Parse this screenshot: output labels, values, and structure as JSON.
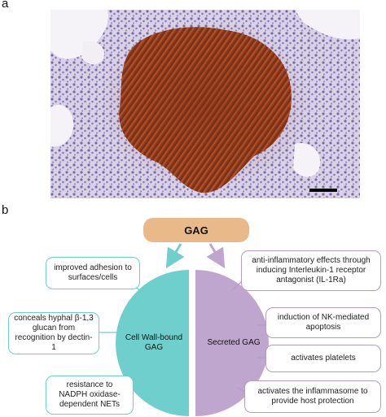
{
  "panel_a": {
    "label": "a"
  },
  "panel_b": {
    "label": "b",
    "title": "GAG",
    "left_half_label": "Cell Wall-bound GAG",
    "right_half_label": "Secreted GAG",
    "colors": {
      "teal": "#6fcfcd",
      "purple": "#bfa6cf",
      "header": "#eab98a"
    },
    "left_boxes": [
      "improved adhesion to surfaces/cells",
      "conceals hyphal β-1,3 glucan from recognition by dectin-1",
      "resistance to NADPH oxidase-dependent NETs"
    ],
    "right_boxes": [
      "anti-inflammatory effects through inducing Interleukin-1 receptor antagonist (IL-1Ra)",
      "induction of NK-mediated apoptosis",
      "activates platelets",
      "activates the inflammasome to provide host protection"
    ]
  }
}
